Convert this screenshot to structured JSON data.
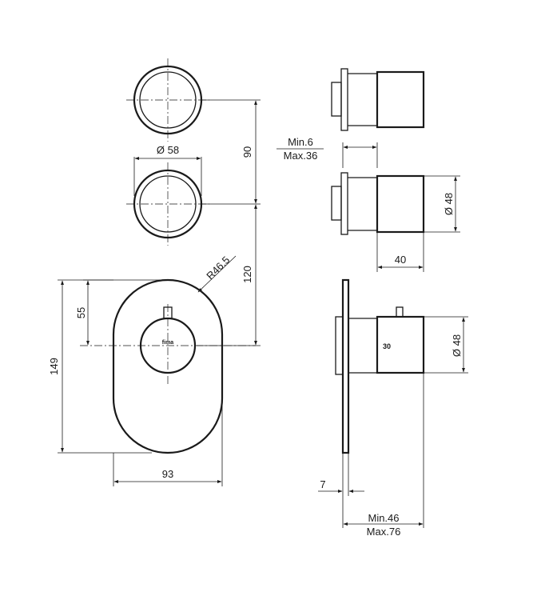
{
  "dimensions": {
    "dia_58": "Ø 58",
    "dist_90": "90",
    "dist_120": "120",
    "radius": "R46.5",
    "h_55": "55",
    "h_149": "149",
    "w_93": "93",
    "min_6": "Min.6",
    "max_36": "Max.36",
    "dia_48_top": "Ø 48",
    "len_40": "40",
    "dia_48_bottom": "Ø 48",
    "thick_7": "7",
    "min_46": "Min.46",
    "max_76": "Max.76"
  },
  "markings": {
    "brand": "fima",
    "temp_scale": "30"
  },
  "colors": {
    "line": "#1a1a1a",
    "background": "#ffffff"
  }
}
